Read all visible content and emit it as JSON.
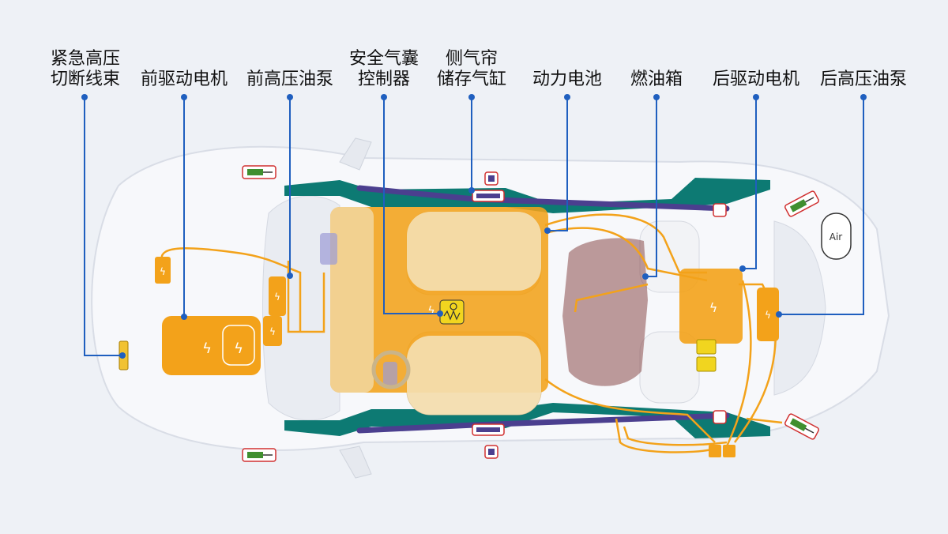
{
  "labels": {
    "hv_cutoff": [
      "紧急高压",
      "切断线束"
    ],
    "front_motor": [
      "前驱动电机"
    ],
    "front_pump": [
      "前高压油泵"
    ],
    "airbag_ctrl": [
      "安全气囊",
      "控制器"
    ],
    "curtain_cyl": [
      "侧气帘",
      "储存气缸"
    ],
    "battery": [
      "动力电池"
    ],
    "fuel_tank": [
      "燃油箱"
    ],
    "rear_motor": [
      "后驱动电机"
    ],
    "rear_pump": [
      "后高压油泵"
    ]
  },
  "air_label": "Air",
  "colors": {
    "background": "#eef1f6",
    "leader": "#1f5fbf",
    "orange": "#f3a21a",
    "teal": "#0d7a73",
    "purple": "#4b3f8f",
    "fuel": "#8a4a4a"
  }
}
